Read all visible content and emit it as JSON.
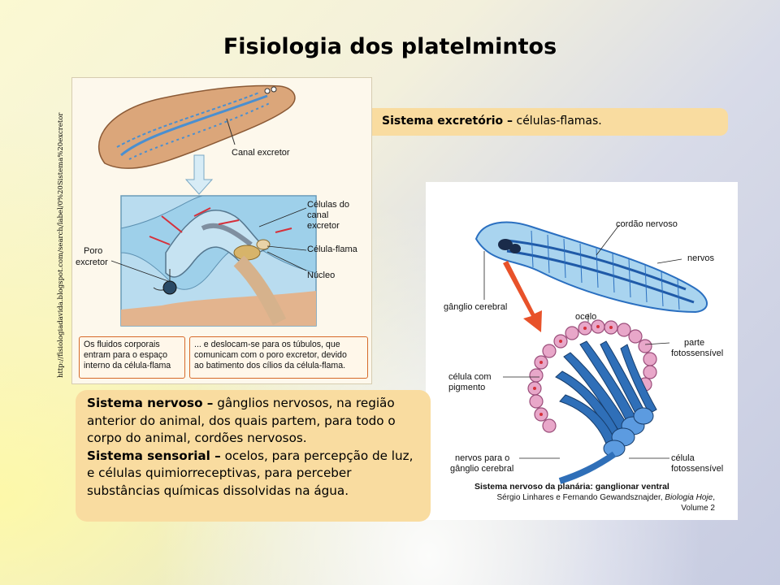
{
  "slide": {
    "title": "Fisiologia dos platelmintos",
    "source_url": "http://fisiologiadavida.blogspot.com/search/label/0%20Sistema%20excretor"
  },
  "excretory": {
    "callout_bold": "Sistema excretório –",
    "callout_text": " células-flamas.",
    "labels": {
      "canal": "Canal excretor",
      "celulas_canal_1": "Células do",
      "celulas_canal_2": "canal",
      "celulas_canal_3": "excretor",
      "celula_flama": "Célula-flama",
      "nucleo": "Núcleo",
      "poro_1": "Poro",
      "poro_2": "excretor"
    },
    "box_left": [
      "Os fluidos corporais",
      "entram para o espaço",
      "interno da célula-flama"
    ],
    "box_right": [
      "... e deslocam-se para os túbulos, que",
      "comunicam com o poro excretor, devido",
      "ao batimento dos cílios da célula-flama."
    ]
  },
  "nervous": {
    "callout": {
      "bold1": "Sistema nervoso –",
      "text1": " gânglios nervosos, na região anterior do animal, dos quais partem, para todo o corpo do animal, cordões nervosos.",
      "bold2": "Sistema sensorial –",
      "text2": " ocelos, para percepção de luz, e células quimiorreceptivas, para perceber substâncias químicas dissolvidas na água."
    },
    "labels": {
      "cordao": "cordão nervoso",
      "nervos": "nervos",
      "ganglio": "gânglio cerebral",
      "ocelo": "ocelo",
      "parte_1": "parte",
      "parte_2": "fotossensível",
      "celula_pig_1": "célula com",
      "celula_pig_2": "pigmento",
      "nervos_para_1": "nervos para o",
      "nervos_para_2": "gânglio cerebral",
      "celula_foto_1": "célula",
      "celula_foto_2": "fotossensível"
    },
    "caption": {
      "title": "Sistema nervoso da planária: ganglionar ventral",
      "authors": "Sérgio Linhares e Fernando Gewandsznajder, ",
      "book": "Biologia Hoje",
      "volume": "Volume 2"
    }
  },
  "colors": {
    "callout": "#f9dca0",
    "nerve_blue": "#2a6fc0",
    "worm_tan": "#d9a679",
    "ocelli_pink": "#e8a7c9",
    "arrow_red": "#e8522a"
  }
}
